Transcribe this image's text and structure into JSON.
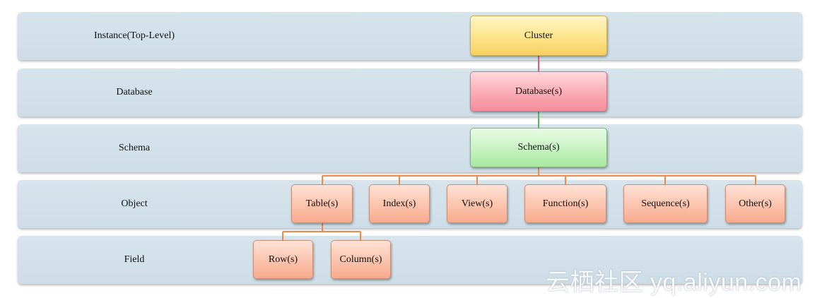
{
  "levels": [
    {
      "label": "Instance(Top-Level)"
    },
    {
      "label": "Database"
    },
    {
      "label": "Schema"
    },
    {
      "label": "Object"
    },
    {
      "label": "Field"
    }
  ],
  "nodes": {
    "cluster": "Cluster",
    "databases": "Database(s)",
    "schemas": "Schema(s)",
    "tables": "Table(s)",
    "indexes": "Index(s)",
    "views": "View(s)",
    "functions": "Function(s)",
    "sequences": "Sequence(s)",
    "others": "Other(s)",
    "rows": "Row(s)",
    "columns": "Column(s)"
  },
  "colors": {
    "band": "#d2e0e9",
    "cluster": "#fde48a",
    "database": "#fbabb4",
    "schema": "#c6f2c0",
    "object": "#fcc3ad",
    "connector_database": "#e0607a",
    "connector_schema": "#5cb85c",
    "connector_object": "#f08a4b"
  },
  "watermark": "云栖社区 yq.aliyun.com"
}
